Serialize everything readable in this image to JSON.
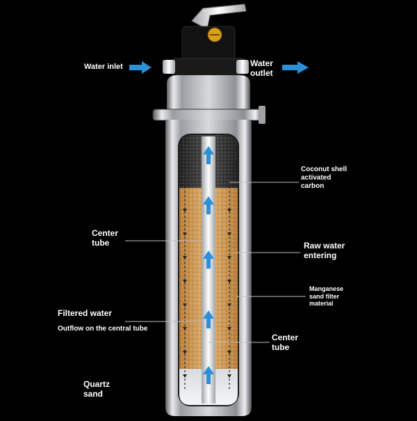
{
  "labels": {
    "water_inlet": "Water inlet",
    "water_outlet": [
      "Water",
      "outlet"
    ],
    "coconut_carbon": [
      "Coconut shell",
      "activated",
      "carbon"
    ],
    "center_tube_left": [
      "Center",
      "tube"
    ],
    "raw_water": [
      "Raw water",
      "entering"
    ],
    "manganese": [
      "Manganese",
      "sand filter",
      "material"
    ],
    "filtered_water": "Filtered water",
    "outflow": "Outflow on the central tube",
    "center_tube_right": [
      "Center",
      "tube"
    ],
    "quartz_sand": [
      "Quartz",
      "sand"
    ]
  },
  "colors": {
    "background": "#000000",
    "flow_arrow": "#2c8fd8",
    "sand": "#d9a35c",
    "carbon": "#3a3a3a",
    "steel": "#c9ccd0"
  },
  "icons": {
    "inlet_arrow": "arrow-right-icon",
    "outlet_arrow": "arrow-right-icon",
    "flow_up": "arrow-up-icon",
    "flow_down": "arrow-down-icon"
  }
}
